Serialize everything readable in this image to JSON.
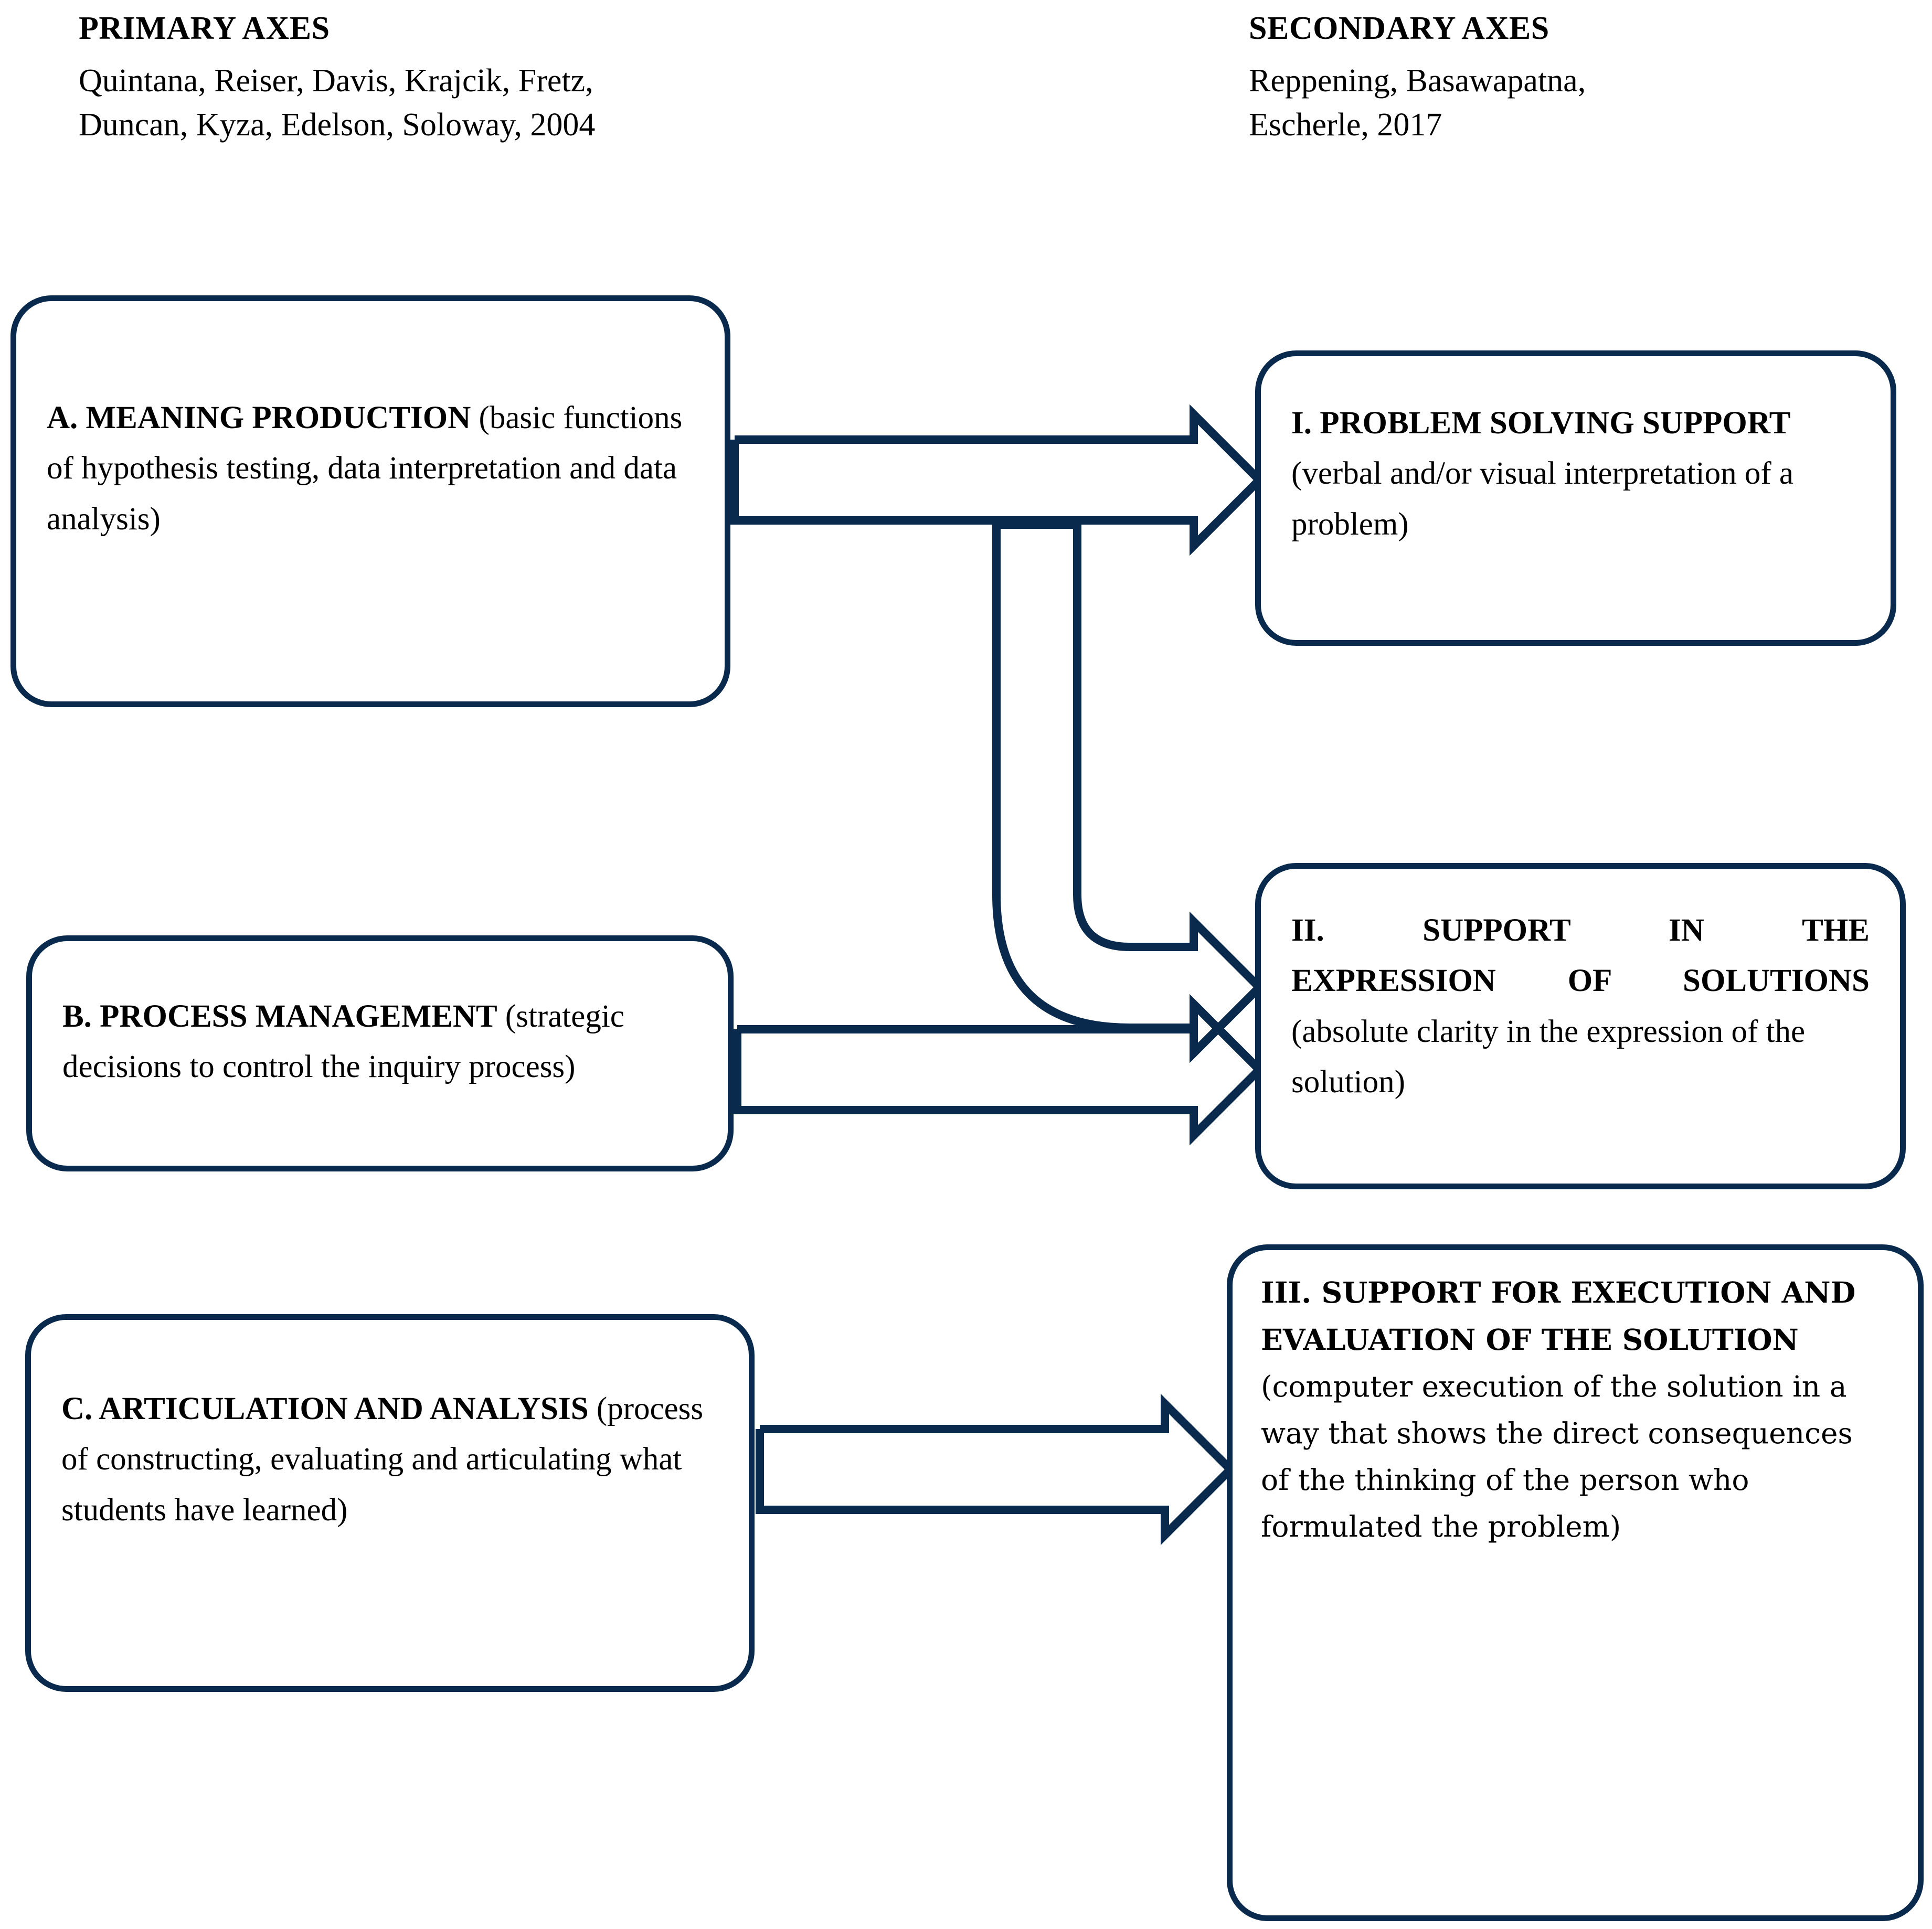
{
  "headers": {
    "primary": {
      "title": "PRIMARY AXES",
      "citation_line1": "Quintana, Reiser, Davis, Krajcik, Fretz,",
      "citation_line2": "Duncan, Kyza, Edelson, Soloway, 2004"
    },
    "secondary": {
      "title": "SECONDARY AXES",
      "citation_line1": "Reppening, Basawapatna,",
      "citation_line2": "Escherle, 2017"
    }
  },
  "nodes": {
    "a": {
      "label": "A. MEANING PRODUCTION",
      "description": "(basic functions of hypothesis testing, data interpretation and data analysis)"
    },
    "b": {
      "label": "B. PROCESS MANAGEMENT",
      "description": "(strategic decisions to control the inquiry process)"
    },
    "c": {
      "label": "C. ARTICULATION AND ANALYSIS",
      "description": "(process of constructing, evaluating and articulating what students have learned)"
    },
    "i": {
      "label": "I. PROBLEM SOLVING SUPPORT",
      "description": "(verbal and/or visual interpretation of a problem)"
    },
    "ii": {
      "label_line1": "II. SUPPORT IN THE",
      "label_line2": "EXPRESSION OF SOLUTIONS",
      "description": "(absolute clarity in the expression of the solution)"
    },
    "iii": {
      "label": "III. SUPPORT FOR EXECUTION AND EVALUATION OF THE SOLUTION",
      "description": "(computer execution of the solution in a way that shows the direct consequences of the thinking of the person who formulated the problem)"
    }
  },
  "connections": [
    {
      "id": "a-to-i",
      "from": "A. MEANING PRODUCTION",
      "to": "I. PROBLEM SOLVING SUPPORT",
      "style": "block-arrow"
    },
    {
      "id": "a-to-ii",
      "from": "A. MEANING PRODUCTION",
      "to": "II. SUPPORT IN THE EXPRESSION OF SOLUTIONS",
      "style": "elbow-block-arrow"
    },
    {
      "id": "b-to-ii",
      "from": "B. PROCESS MANAGEMENT",
      "to": "II. SUPPORT IN THE EXPRESSION OF SOLUTIONS",
      "style": "block-arrow"
    },
    {
      "id": "c-to-iii",
      "from": "C. ARTICULATION AND ANALYSIS",
      "to": "III. SUPPORT FOR EXECUTION AND EVALUATION OF THE SOLUTION",
      "style": "block-arrow"
    }
  ],
  "colors": {
    "stroke": "#0a2a4d",
    "text": "#000000",
    "background": "#ffffff"
  }
}
